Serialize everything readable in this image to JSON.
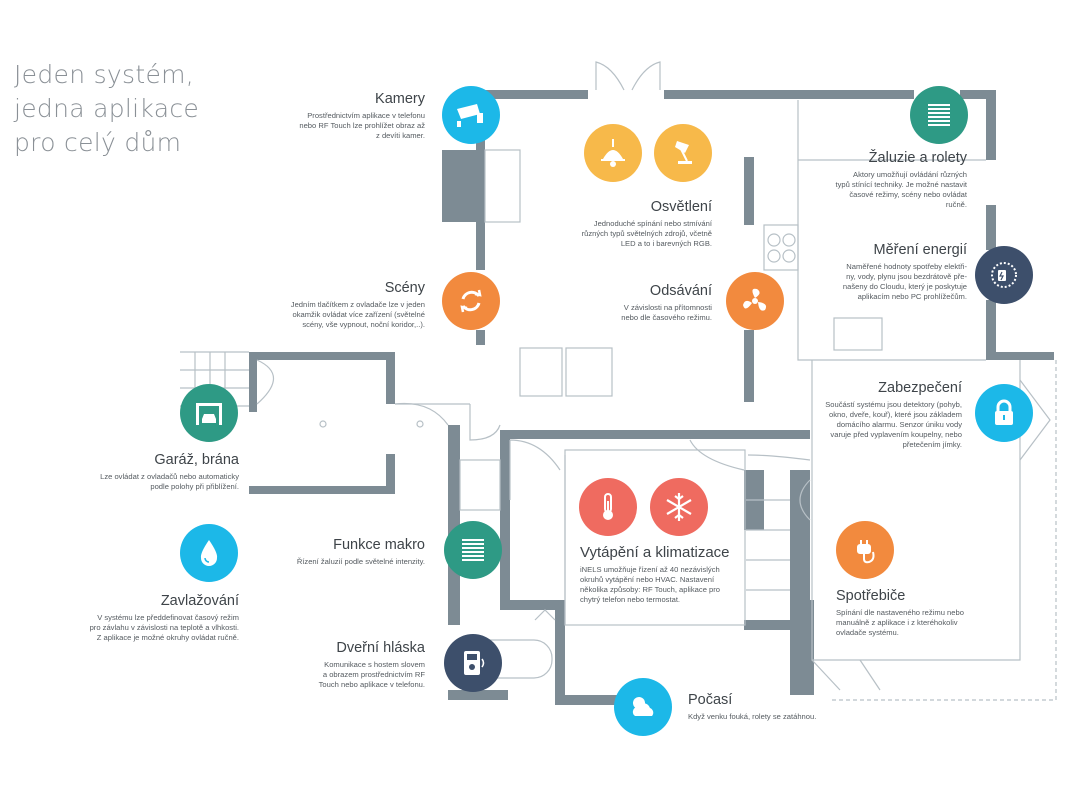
{
  "title": {
    "line1": "Jeden systém,",
    "line2": "jedna aplikace",
    "line3": "pro celý dům"
  },
  "colors": {
    "wall": "#7d8b94",
    "blue": "#1cb8e8",
    "orange": "#f28a3e",
    "yellow": "#f7b94a",
    "green": "#2e9a85",
    "navy": "#3d4f6b",
    "red": "#ef6b60"
  },
  "features": {
    "kamery": {
      "title": "Kamery",
      "text": [
        "Prostřednictvím aplikace v telefonu",
        "nebo RF Touch lze prohlížet obraz až",
        "z devíti kamer."
      ],
      "icon": "camera-icon"
    },
    "osvetleni": {
      "title": "Osvětlení",
      "text": [
        "Jednoduché spínání nebo stmívání",
        "různých typů světelných zdrojů, včetně",
        "LED a to i barevných RGB."
      ],
      "icon": "lamp-icon"
    },
    "zaluzie": {
      "title": "Žaluzie a rolety",
      "text": [
        "Aktory umožňují ovládání různých",
        "typů stínící techniky. Je možné nastavit",
        "časové režimy, scény nebo ovládat",
        "ručně."
      ],
      "icon": "blinds-icon"
    },
    "mereni": {
      "title": "Měření energií",
      "text": [
        "Naměřené hodnoty spotřeby elektři-",
        "ny, vody, plynu jsou bezdrátově pře-",
        "našeny do Cloudu, který je poskytuje",
        "aplikacím nebo PC prohlížečům."
      ],
      "icon": "meter-icon"
    },
    "sceny": {
      "title": "Scény",
      "text": [
        "Jedním tlačítkem z ovladače lze v jeden",
        "okamžik ovládat více zařízení (světelné",
        "scény, vše vypnout, noční koridor,..)."
      ],
      "icon": "refresh-icon"
    },
    "odsavani": {
      "title": "Odsávání",
      "text": [
        "V závislosti na přítomnosti",
        "nebo dle časového režimu."
      ],
      "icon": "fan-icon"
    },
    "zabezpeceni": {
      "title": "Zabezpečení",
      "text": [
        "Součástí systému jsou detektory (pohyb,",
        "okno, dveře, kouř), které jsou základem",
        "domácího alarmu. Senzor úniku vody",
        "varuje před vyplavením koupelny, nebo",
        "přetečením jímky."
      ],
      "icon": "lock-icon"
    },
    "garaz": {
      "title": "Garáž, brána",
      "text": [
        "Lze ovládat z ovladačů nebo automaticky",
        "podle polohy při přiblížení."
      ],
      "icon": "garage-icon"
    },
    "funkce": {
      "title": "Funkce makro",
      "text": [
        "Řízení žaluzií podle světelné intenzity."
      ],
      "icon": "blinds-icon"
    },
    "vytapeni": {
      "title": "Vytápění a klimatizace",
      "text": [
        "iNELS umožňuje řízení až 40 nezávislých",
        "okruhů vytápění nebo HVAC. Nastavení",
        "několika způsoby: RF Touch, aplikace pro",
        "chytrý telefon nebo termostat."
      ],
      "icon": "thermometer-icon"
    },
    "zavlazovani": {
      "title": "Zavlažování",
      "text": [
        "V systému lze předdefinovat časový režim",
        "pro závlahu v závislosti na teplotě a vlhkosti.",
        "Z aplikace je možné okruhy ovládat ručně."
      ],
      "icon": "water-drop-icon"
    },
    "spotrebice": {
      "title": "Spotřebiče",
      "text": [
        "Spínání dle nastaveného režimu nebo",
        "manuálně z aplikace i z kteréhokoliv",
        "ovladače systému."
      ],
      "icon": "plug-icon"
    },
    "dverni": {
      "title": "Dveřní hláska",
      "text": [
        "Komunikace s hostem slovem",
        "a obrazem prostřednictvím RF",
        "Touch nebo aplikace v telefonu."
      ],
      "icon": "intercom-icon"
    },
    "pocasi": {
      "title": "Počasí",
      "text": [
        "Když venku fouká, rolety se zatáhnou."
      ],
      "icon": "weather-icon"
    }
  }
}
